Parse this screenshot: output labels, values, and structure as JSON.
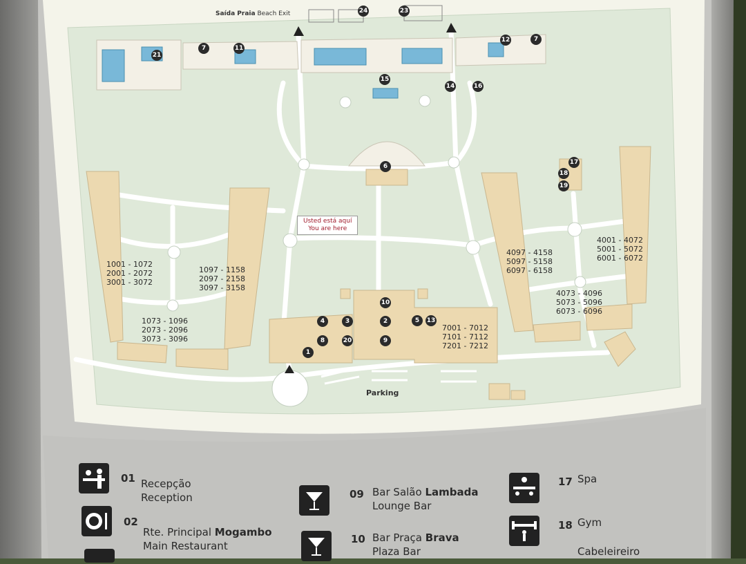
{
  "top_label": {
    "prefix": "Saída Praia",
    "suffix": "Beach Exit"
  },
  "you_are_here": {
    "line1": "Usted está aquí",
    "line2": "You are here"
  },
  "parking_label": "Parking",
  "markers": [
    "24",
    "23",
    "21",
    "7",
    "11",
    "15",
    "12",
    "7",
    "14",
    "16",
    "6",
    "17",
    "18",
    "19",
    "10",
    "4",
    "3",
    "2",
    "5",
    "13",
    "8",
    "20",
    "9",
    "1"
  ],
  "room_blocks": [
    {
      "lines": [
        "1001 - 1072",
        "2001 - 2072",
        "3001 - 3072"
      ]
    },
    {
      "lines": [
        "1097 - 1158",
        "2097 - 2158",
        "3097 - 3158"
      ]
    },
    {
      "lines": [
        "1073 - 1096",
        "2073 - 2096",
        "3073 - 3096"
      ]
    },
    {
      "lines": [
        "4097 - 4158",
        "5097 - 5158",
        "6097 - 6158"
      ]
    },
    {
      "lines": [
        "4001 - 4072",
        "5001 - 5072",
        "6001 - 6072"
      ]
    },
    {
      "lines": [
        "4073 - 4096",
        "5073 - 5096",
        "6073 - 6096"
      ]
    },
    {
      "lines": [
        "7001 - 7012",
        "7101 - 7112",
        "7201 - 7212"
      ]
    }
  ],
  "legend": [
    {
      "num": "01",
      "pt": "Recepção",
      "en": "Reception",
      "icon": "reception-icon"
    },
    {
      "num": "02",
      "pt_prefix": "Rte. Principal",
      "pt_bold": "Mogambo",
      "en": "Main Restaurant",
      "icon": "plate-icon"
    },
    {
      "num": "09",
      "pt_prefix": "Bar Salão",
      "pt_bold": "Lambada",
      "en": "Lounge Bar",
      "icon": "cocktail-icon"
    },
    {
      "num": "10",
      "pt_prefix": "Bar Praça",
      "pt_bold": "Brava",
      "en": "Plaza Bar",
      "icon": "cocktail-icon"
    },
    {
      "num": "17",
      "en": "Spa",
      "icon": "spa-icon"
    },
    {
      "num": "18",
      "en": "Gym",
      "icon": "gym-icon"
    },
    {
      "num": "",
      "en": "Cabeleireiro",
      "icon": "hairdresser-icon"
    }
  ],
  "colors": {
    "map_bg": "#dfe9d9",
    "paper": "#f2f2e6",
    "building": "#ecd9b0",
    "pool": "#79b8d8",
    "path": "#ffffff",
    "panel": "#c9c9c7",
    "marker": "#2b2b2b"
  }
}
